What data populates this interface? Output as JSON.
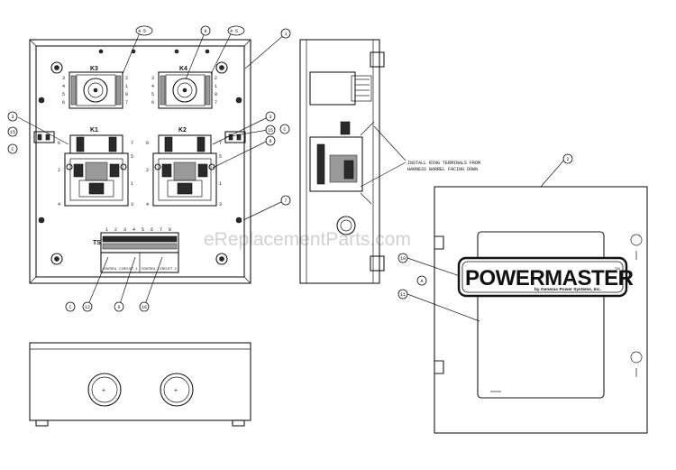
{
  "watermark": "eReplacementParts.com",
  "relays": [
    "K3",
    "K4",
    "K1",
    "K2"
  ],
  "terminal_strip": {
    "label": "TS",
    "numbers": [
      "1",
      "2",
      "3",
      "4",
      "5",
      "6",
      "7",
      "8"
    ]
  },
  "control_circuits": [
    "CONTROL CIRCUIT 1",
    "CONTROL CIRCUIT 2"
  ],
  "installation_note": [
    "INSTALL RING TERMINALS FROM",
    "HARNESS BARREL FACING DOWN"
  ],
  "logo": {
    "brand": "POWERMASTER",
    "tagline": "by Generac Power Systems, Inc.",
    "tm": "TM"
  },
  "callouts": {
    "top_k3": "4 5",
    "top_k4_left": "9",
    "top_k4_right": "4 5",
    "enclosure": "1",
    "left_3": "3",
    "left_15": "15",
    "left_c": "C",
    "right_3": "3",
    "right_15": "15",
    "right_8": "8",
    "right_c": "C",
    "right_7": "7",
    "bottom_c": "C",
    "bottom_12": "12",
    "bottom_6": "6",
    "bottom_16": "16",
    "cover_2": "2",
    "cover_10": "10",
    "cover_a": "A",
    "cover_11": "11"
  },
  "pin_numbers": {
    "k3_left": [
      "3",
      "4",
      "5",
      "6"
    ],
    "k3_right": [
      "2",
      "1",
      "8",
      "7"
    ],
    "k4_left": [
      "3",
      "4",
      "5",
      "6"
    ],
    "k4_right": [
      "2",
      "1",
      "8",
      "7"
    ],
    "k1_left": [
      "6",
      "2",
      "4"
    ],
    "k1_right": [
      "7",
      "5",
      "1",
      "3"
    ],
    "k2_left": [
      "6",
      "2",
      "4"
    ],
    "k2_right": [
      "7",
      "5",
      "1",
      "3"
    ]
  }
}
